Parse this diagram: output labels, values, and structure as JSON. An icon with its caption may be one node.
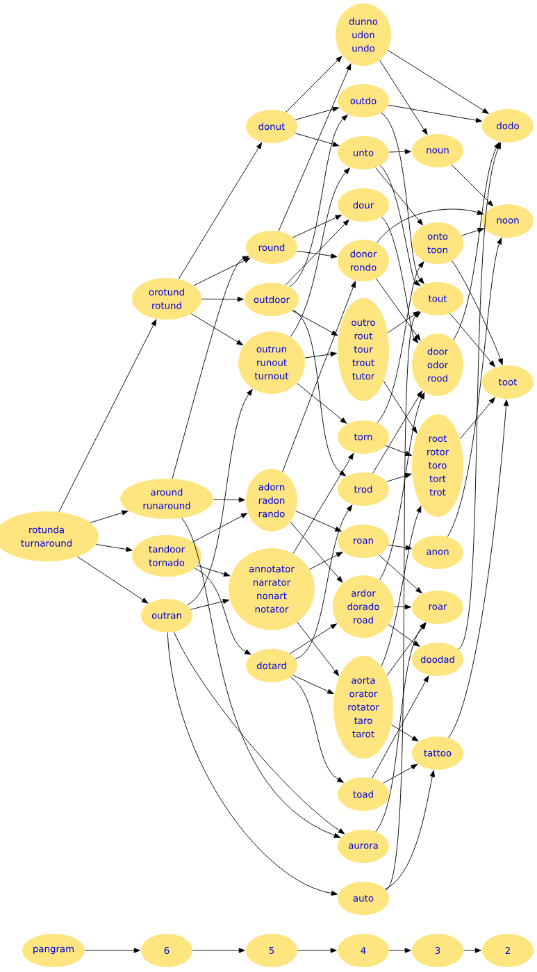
{
  "diagram": {
    "nodes": [
      {
        "text": [
          "rotunda",
          "turnaround"
        ]
      },
      {
        "text": [
          "orotund",
          "rotund"
        ]
      },
      {
        "text": [
          "around",
          "runaround"
        ]
      },
      {
        "text": [
          "tandoor",
          "tornado"
        ]
      },
      {
        "text": [
          "outran"
        ]
      },
      {
        "text": [
          "donut"
        ]
      },
      {
        "text": [
          "round"
        ]
      },
      {
        "text": [
          "outdoor"
        ]
      },
      {
        "text": [
          "outrun",
          "runout",
          "turnout"
        ]
      },
      {
        "text": [
          "adorn",
          "radon",
          "rando"
        ]
      },
      {
        "text": [
          "annotator",
          "narrator",
          "nonart",
          "notator"
        ]
      },
      {
        "text": [
          "dotard"
        ]
      },
      {
        "text": [
          "dunno",
          "udon",
          "undo"
        ]
      },
      {
        "text": [
          "outdo"
        ]
      },
      {
        "text": [
          "unto"
        ]
      },
      {
        "text": [
          "dour"
        ]
      },
      {
        "text": [
          "donor",
          "rondo"
        ]
      },
      {
        "text": [
          "outro",
          "rout",
          "tour",
          "trout",
          "tutor"
        ]
      },
      {
        "text": [
          "torn"
        ]
      },
      {
        "text": [
          "trod"
        ]
      },
      {
        "text": [
          "roan"
        ]
      },
      {
        "text": [
          "ardor",
          "dorado",
          "road"
        ]
      },
      {
        "text": [
          "aorta",
          "orator",
          "rotator",
          "taro",
          "tarot"
        ]
      },
      {
        "text": [
          "toad"
        ]
      },
      {
        "text": [
          "aurora"
        ]
      },
      {
        "text": [
          "auto"
        ]
      },
      {
        "text": [
          "noun"
        ]
      },
      {
        "text": [
          "onto",
          "toon"
        ]
      },
      {
        "text": [
          "tout"
        ]
      },
      {
        "text": [
          "door",
          "odor",
          "rood"
        ]
      },
      {
        "text": [
          "root",
          "rotor",
          "toro",
          "tort",
          "trot"
        ]
      },
      {
        "text": [
          "anon"
        ]
      },
      {
        "text": [
          "roar"
        ]
      },
      {
        "text": [
          "doodad"
        ]
      },
      {
        "text": [
          "tattoo"
        ]
      },
      {
        "text": [
          "dodo"
        ]
      },
      {
        "text": [
          "noon"
        ]
      },
      {
        "text": [
          "toot"
        ]
      },
      {
        "text": [
          "pangram"
        ]
      },
      {
        "text": [
          "6"
        ]
      },
      {
        "text": [
          "5"
        ]
      },
      {
        "text": [
          "4"
        ]
      },
      {
        "text": [
          "3"
        ]
      },
      {
        "text": [
          "2"
        ]
      }
    ],
    "edges": [
      {
        "from": 0,
        "to": 1,
        "arrow": "to"
      },
      {
        "from": 0,
        "to": 2,
        "arrow": "to"
      },
      {
        "from": 0,
        "to": 3,
        "arrow": "to"
      },
      {
        "from": 0,
        "to": 4,
        "arrow": "to"
      },
      {
        "from": 1,
        "to": 5,
        "arrow": "to"
      },
      {
        "from": 1,
        "to": 6,
        "arrow": "to"
      },
      {
        "from": 1,
        "to": 7,
        "arrow": "to"
      },
      {
        "from": 1,
        "to": 8,
        "arrow": "to"
      },
      {
        "from": 2,
        "to": 6,
        "arrow": "to"
      },
      {
        "from": 2,
        "to": 9,
        "arrow": "to"
      },
      {
        "from": 2,
        "to": 24,
        "arrow": "to"
      },
      {
        "from": 3,
        "to": 9,
        "arrow": "to"
      },
      {
        "from": 3,
        "to": 10,
        "arrow": "to"
      },
      {
        "from": 3,
        "to": 11,
        "arrow": "to"
      },
      {
        "from": 4,
        "to": 8,
        "arrow": "to"
      },
      {
        "from": 4,
        "to": 10,
        "arrow": "to"
      },
      {
        "from": 4,
        "to": 24,
        "arrow": "to"
      },
      {
        "from": 4,
        "to": 25,
        "arrow": "to"
      },
      {
        "from": 5,
        "to": 12,
        "arrow": "to"
      },
      {
        "from": 5,
        "to": 13,
        "arrow": "to"
      },
      {
        "from": 5,
        "to": 14,
        "arrow": "to"
      },
      {
        "from": 6,
        "to": 12,
        "arrow": "to"
      },
      {
        "from": 6,
        "to": 15,
        "arrow": "to"
      },
      {
        "from": 6,
        "to": 16,
        "arrow": "to"
      },
      {
        "from": 7,
        "to": 13,
        "arrow": "to"
      },
      {
        "from": 7,
        "to": 15,
        "arrow": "to"
      },
      {
        "from": 7,
        "to": 17,
        "arrow": "to"
      },
      {
        "from": 7,
        "to": 19,
        "arrow": "to"
      },
      {
        "from": 8,
        "to": 14,
        "arrow": "to"
      },
      {
        "from": 8,
        "to": 17,
        "arrow": "to"
      },
      {
        "from": 8,
        "to": 18,
        "arrow": "to"
      },
      {
        "from": 9,
        "to": 16,
        "arrow": "to"
      },
      {
        "from": 9,
        "to": 20,
        "arrow": "to"
      },
      {
        "from": 9,
        "to": 21,
        "arrow": "to"
      },
      {
        "from": 10,
        "to": 18,
        "arrow": "to"
      },
      {
        "from": 10,
        "to": 20,
        "arrow": "to"
      },
      {
        "from": 10,
        "to": 22,
        "arrow": "to"
      },
      {
        "from": 11,
        "to": 19,
        "arrow": "to"
      },
      {
        "from": 11,
        "to": 21,
        "arrow": "to"
      },
      {
        "from": 11,
        "to": 22,
        "arrow": "to"
      },
      {
        "from": 11,
        "to": 23,
        "arrow": "to"
      },
      {
        "from": 12,
        "to": 26,
        "arrow": "to"
      },
      {
        "from": 12,
        "to": 35,
        "arrow": "to"
      },
      {
        "from": 13,
        "to": 28,
        "arrow": "to"
      },
      {
        "from": 13,
        "to": 35,
        "arrow": "to"
      },
      {
        "from": 14,
        "to": 26,
        "arrow": "to"
      },
      {
        "from": 14,
        "to": 27,
        "arrow": "to"
      },
      {
        "from": 14,
        "to": 28,
        "arrow": "to"
      },
      {
        "from": 15,
        "to": 29,
        "arrow": "to"
      },
      {
        "from": 16,
        "to": 29,
        "arrow": "to"
      },
      {
        "from": 16,
        "to": 36,
        "arrow": "to"
      },
      {
        "from": 17,
        "to": 28,
        "arrow": "to"
      },
      {
        "from": 17,
        "to": 30,
        "arrow": "to"
      },
      {
        "from": 18,
        "to": 27,
        "arrow": "to"
      },
      {
        "from": 18,
        "to": 30,
        "arrow": "to"
      },
      {
        "from": 19,
        "to": 29,
        "arrow": "to"
      },
      {
        "from": 19,
        "to": 30,
        "arrow": "to"
      },
      {
        "from": 20,
        "to": 31,
        "arrow": "to"
      },
      {
        "from": 20,
        "to": 32,
        "arrow": "to"
      },
      {
        "from": 21,
        "to": 29,
        "arrow": "to"
      },
      {
        "from": 21,
        "to": 32,
        "arrow": "to"
      },
      {
        "from": 21,
        "to": 33,
        "arrow": "to"
      },
      {
        "from": 22,
        "to": 30,
        "arrow": "to"
      },
      {
        "from": 22,
        "to": 32,
        "arrow": "to"
      },
      {
        "from": 22,
        "to": 34,
        "arrow": "to"
      },
      {
        "from": 23,
        "to": 33,
        "arrow": "to"
      },
      {
        "from": 23,
        "to": 34,
        "arrow": "to"
      },
      {
        "from": 24,
        "to": 32,
        "arrow": "to"
      },
      {
        "from": 25,
        "to": 28,
        "arrow": "to"
      },
      {
        "from": 25,
        "to": 34,
        "arrow": "to"
      },
      {
        "from": 26,
        "to": 36,
        "arrow": "to"
      },
      {
        "from": 27,
        "to": 36,
        "arrow": "to"
      },
      {
        "from": 27,
        "to": 37,
        "arrow": "to"
      },
      {
        "from": 28,
        "to": 37,
        "arrow": "to"
      },
      {
        "from": 29,
        "to": 35,
        "arrow": "to"
      },
      {
        "from": 30,
        "to": 37,
        "arrow": "to"
      },
      {
        "from": 31,
        "to": 36,
        "arrow": "to"
      },
      {
        "from": 33,
        "to": 35,
        "arrow": "to"
      },
      {
        "from": 34,
        "to": 37,
        "arrow": "to"
      },
      {
        "from": 38,
        "to": 39,
        "arrow": "to"
      },
      {
        "from": 39,
        "to": 40,
        "arrow": "to"
      },
      {
        "from": 40,
        "to": 41,
        "arrow": "to"
      },
      {
        "from": 41,
        "to": 42,
        "arrow": "to"
      },
      {
        "from": 42,
        "to": 43,
        "arrow": "to"
      }
    ]
  }
}
